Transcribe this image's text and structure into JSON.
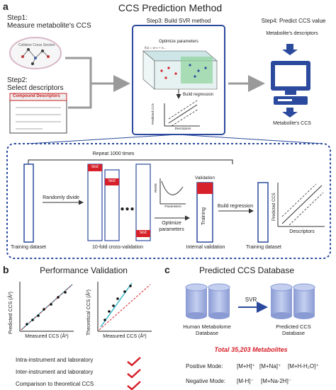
{
  "panel_a": {
    "letter": "a",
    "title": "CCS Prediction Method",
    "step1": {
      "line1": "Step1:",
      "line2": "Measure metabolite's CCS",
      "icon_label": "Collision Cross Section"
    },
    "step2": {
      "line1": "Step2:",
      "line2": "Select descriptors",
      "doc_header": "Compound Descriptors"
    },
    "step3": {
      "title": "Step3: Build SVR method",
      "optimize": "Optimize parameters",
      "formula": "f(x) = w·x + C...",
      "regression": "Build regression",
      "axis_y": "Predicted CCS",
      "axis_x": "Descriptors"
    },
    "step4": {
      "title": "Step4: Predict CCS value",
      "top_label": "Metabolite's descriptors",
      "bottom_label": "Metabolite's CCS"
    },
    "workflow": {
      "repeat": "Repeat 1000 times",
      "randomly_divide": "Randomly divide",
      "training_dataset": "Training dataset",
      "tenfold": "10-fold cross-validation",
      "test": "test",
      "dots": "●●●",
      "optimize": "Optimize",
      "parameters": "parameters",
      "mini_y": "RMSE",
      "mini_x": "Parameters",
      "validation": "Validation",
      "training": "Training",
      "internal_validation": "Internal validation",
      "build_regression": "Build regression",
      "training_dataset2": "Training dataset",
      "pred_ccs": "Predicted CCS",
      "descriptors": "Descriptors"
    }
  },
  "panel_b": {
    "letter": "b",
    "title": "Performance Validation",
    "plot1": {
      "ylabel": "Predicted CCS (Å²)",
      "xlabel": "Measured CCS (Å²)"
    },
    "plot2": {
      "ylabel": "Theoretical CCS (Å²)",
      "xlabel": "Measured CCS (Å²)"
    },
    "checks": [
      "Intra-instrument and laboratory",
      "Inter-instrument and laboratory",
      "Comparison to theoretical CCS"
    ]
  },
  "panel_c": {
    "letter": "c",
    "title": "Predicted CCS Database",
    "svr": "SVR",
    "left_db": {
      "line1": "Human Metabolome",
      "line2": "Database"
    },
    "right_db": {
      "line1": "Predicted CCS",
      "line2": "Database"
    },
    "total": "Total 35,203 Metabolites",
    "positive_label": "Positive Mode:",
    "positive_adducts": [
      "[M+H]⁺",
      "[M+Na]⁺",
      "[M+H-H₂O]⁺"
    ],
    "negative_label": "Negative Mode:",
    "negative_adducts": [
      "[M-H]⁻",
      "[M+Na-2H]⁻"
    ]
  },
  "colors": {
    "accent_blue": "#2b4a9e",
    "light_blue": "#aebde6",
    "red": "#d6202a",
    "gray_arrow": "#9a9a9a",
    "teal": "#2fb3c8"
  }
}
